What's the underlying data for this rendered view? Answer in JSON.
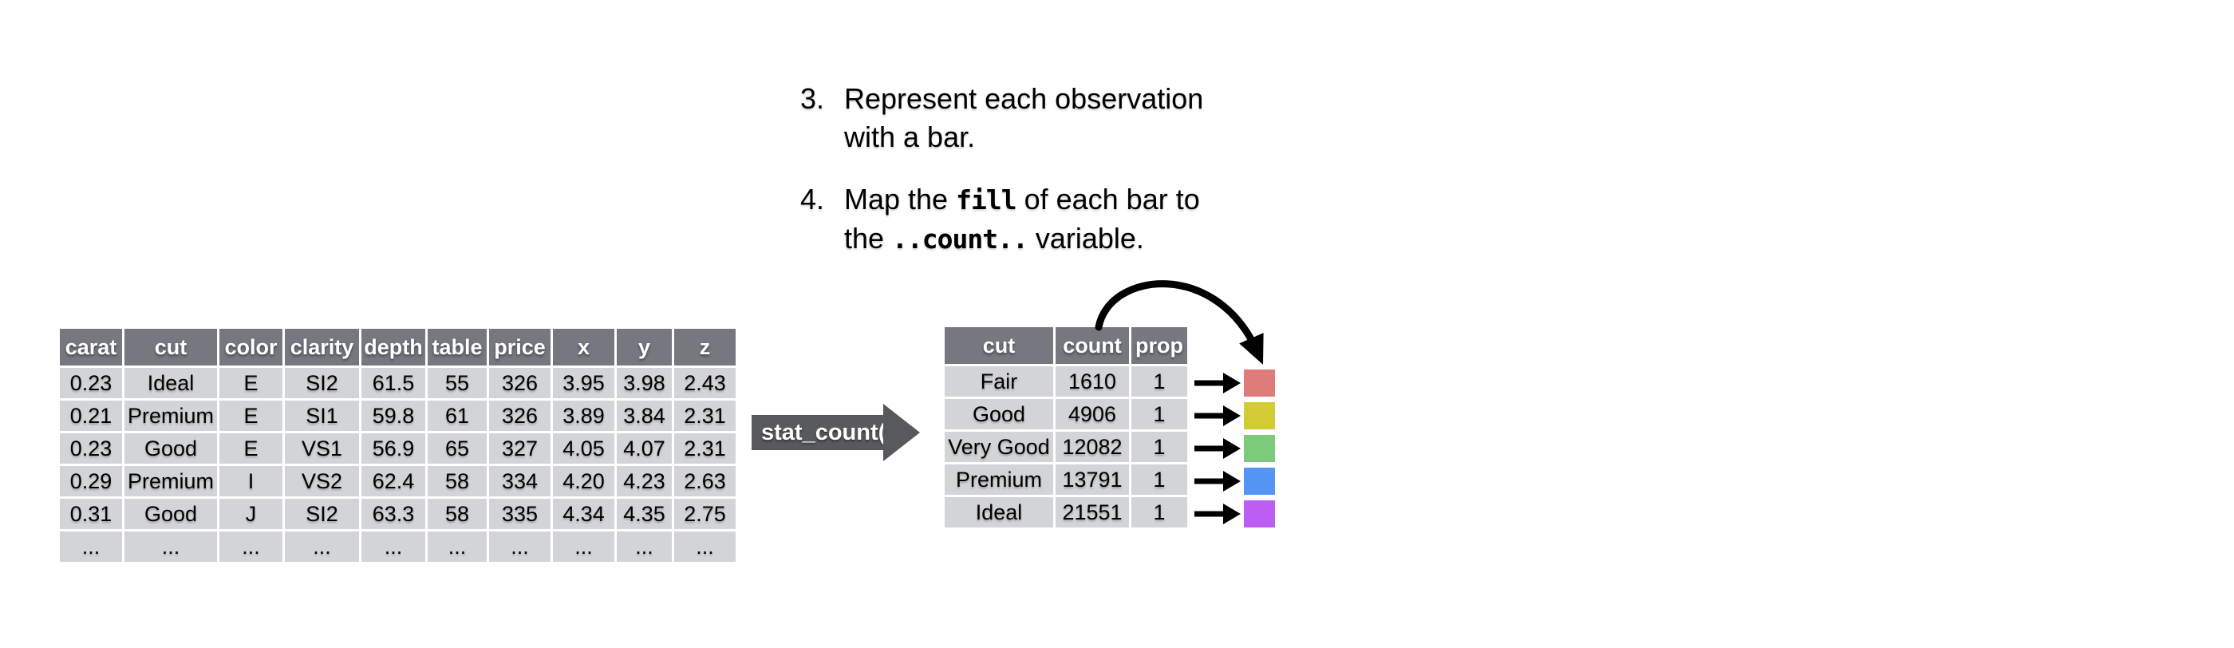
{
  "instructions": {
    "items": [
      {
        "number": "3.",
        "line1": "Represent each observation",
        "line2": "with a bar."
      },
      {
        "number": "4.",
        "seg1": "Map the ",
        "code1": "fill",
        "seg2": " of each bar to",
        "seg3": "the ",
        "code2": "..count..",
        "seg4": " variable."
      }
    ]
  },
  "diamonds_table": {
    "columns": [
      "carat",
      "cut",
      "color",
      "clarity",
      "depth",
      "table",
      "price",
      "x",
      "y",
      "z"
    ],
    "rows": [
      [
        "0.23",
        "Ideal",
        "E",
        "SI2",
        "61.5",
        "55",
        "326",
        "3.95",
        "3.98",
        "2.43"
      ],
      [
        "0.21",
        "Premium",
        "E",
        "SI1",
        "59.8",
        "61",
        "326",
        "3.89",
        "3.84",
        "2.31"
      ],
      [
        "0.23",
        "Good",
        "E",
        "VS1",
        "56.9",
        "65",
        "327",
        "4.05",
        "4.07",
        "2.31"
      ],
      [
        "0.29",
        "Premium",
        "I",
        "VS2",
        "62.4",
        "58",
        "334",
        "4.20",
        "4.23",
        "2.63"
      ],
      [
        "0.31",
        "Good",
        "J",
        "SI2",
        "63.3",
        "58",
        "335",
        "4.34",
        "4.35",
        "2.75"
      ],
      [
        "...",
        "...",
        "...",
        "...",
        "...",
        "...",
        "...",
        "...",
        "...",
        "..."
      ]
    ]
  },
  "transform": {
    "label": "stat_count()"
  },
  "count_table": {
    "columns": [
      "cut",
      "count",
      "prop"
    ],
    "rows": [
      [
        "Fair",
        "1610",
        "1"
      ],
      [
        "Good",
        "4906",
        "1"
      ],
      [
        "Very Good",
        "12082",
        "1"
      ],
      [
        "Premium",
        "13791",
        "1"
      ],
      [
        "Ideal",
        "21551",
        "1"
      ]
    ]
  },
  "fill_mapping": {
    "swatches": [
      {
        "cut": "Fair",
        "color": "#DF7B79"
      },
      {
        "cut": "Good",
        "color": "#D2CB33"
      },
      {
        "cut": "Very Good",
        "color": "#7BCB7A"
      },
      {
        "cut": "Premium",
        "color": "#5595F4"
      },
      {
        "cut": "Ideal",
        "color": "#BC5EF4"
      }
    ]
  },
  "colors": {
    "header_bg": "#75787F",
    "cell_bg": "#D2D4D6",
    "stat_box_bg": "#58595B",
    "arrow_black": "#000000"
  }
}
